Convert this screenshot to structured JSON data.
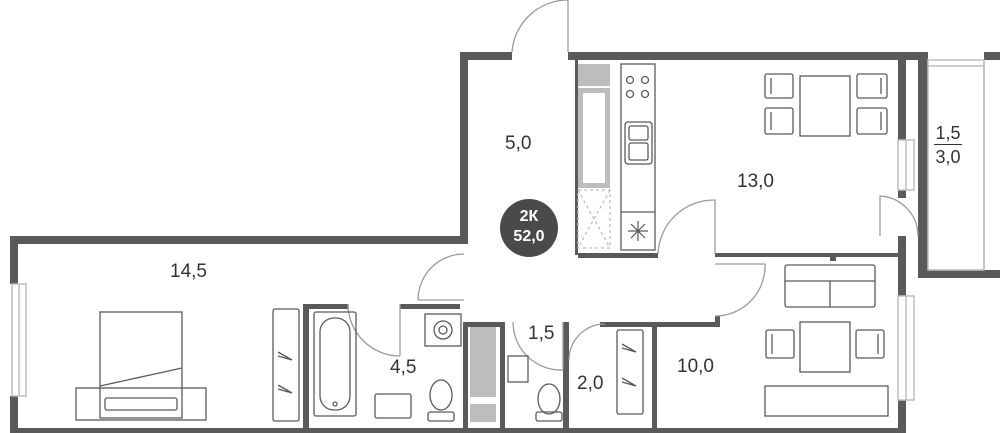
{
  "plan": {
    "rooms": [
      {
        "id": "hall",
        "area": "5,0"
      },
      {
        "id": "kitchen",
        "area": "13,0"
      },
      {
        "id": "bedroom",
        "area": "14,5"
      },
      {
        "id": "bathroom",
        "area": "4,5"
      },
      {
        "id": "wc",
        "area": "1,5"
      },
      {
        "id": "closet",
        "area": "2,0"
      },
      {
        "id": "living",
        "area": "10,0"
      }
    ],
    "balcony": {
      "area": "1,5",
      "area_total": "3,0"
    },
    "badge": {
      "type": "2К",
      "total_area": "52,0"
    }
  },
  "colors": {
    "wall": "#5a5a5a",
    "window": "#bdbdbd",
    "furniture": "#5a5a5a",
    "badge": "#4a4a4a"
  }
}
